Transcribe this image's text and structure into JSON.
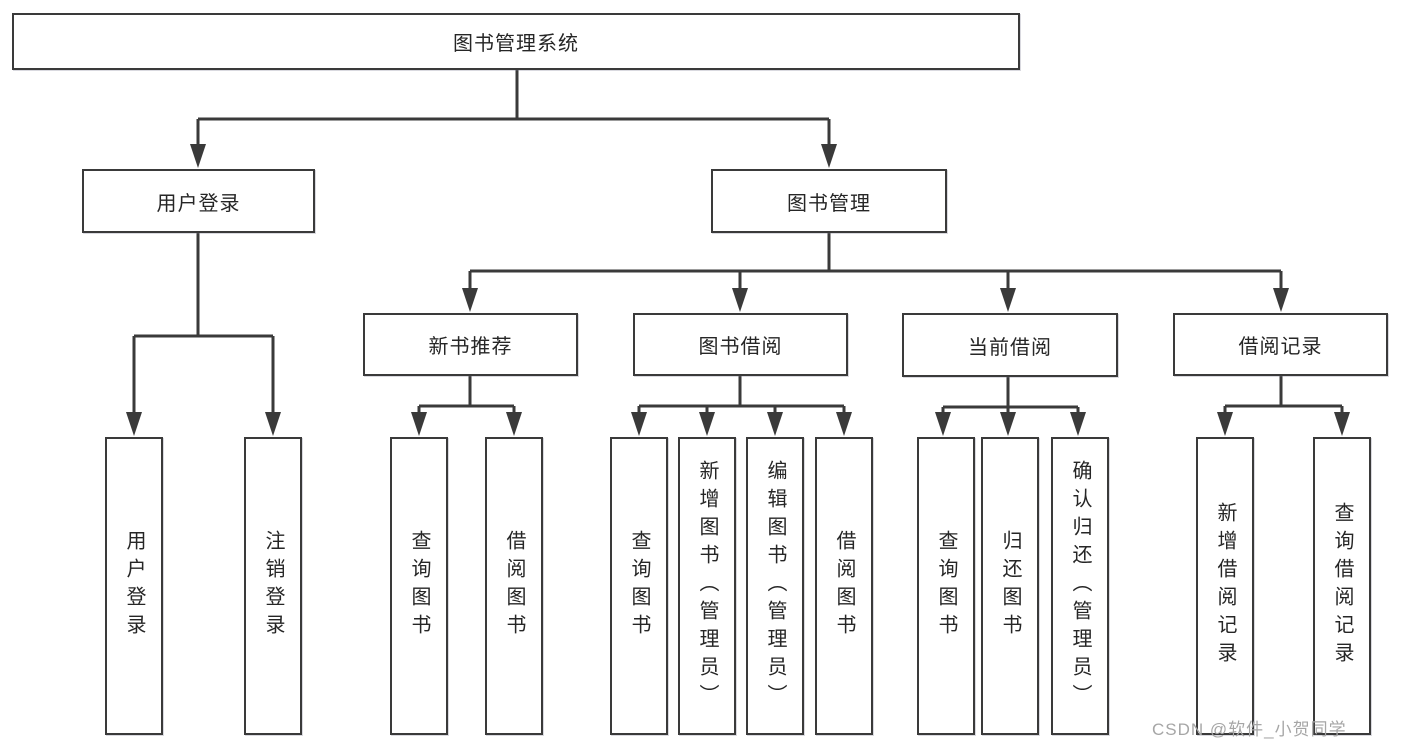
{
  "diagram": {
    "tree": {
      "label": "图书管理系统",
      "children": [
        {
          "label": "用户登录",
          "children": [
            {
              "label": "用户登录"
            },
            {
              "label": "注销登录"
            }
          ]
        },
        {
          "label": "图书管理",
          "children": [
            {
              "label": "新书推荐",
              "children": [
                {
                  "label": "查询图书"
                },
                {
                  "label": "借阅图书"
                }
              ]
            },
            {
              "label": "图书借阅",
              "children": [
                {
                  "label": "查询图书"
                },
                {
                  "label": "新增图书（管理员）"
                },
                {
                  "label": "编辑图书（管理员）"
                },
                {
                  "label": "借阅图书"
                }
              ]
            },
            {
              "label": "当前借阅",
              "children": [
                {
                  "label": "查询图书"
                },
                {
                  "label": "归还图书"
                },
                {
                  "label": "确认归还（管理员）"
                }
              ]
            },
            {
              "label": "借阅记录",
              "children": [
                {
                  "label": "新增借阅记录"
                },
                {
                  "label": "查询借阅记录"
                }
              ]
            }
          ]
        }
      ]
    },
    "watermark": "CSDN @软件_小贺同学",
    "colors": {
      "line": "#3a3a3a",
      "box_border": "#3a3a3a",
      "text": "#262626",
      "watermark": "#a6a6a6",
      "background": "#ffffff"
    }
  }
}
